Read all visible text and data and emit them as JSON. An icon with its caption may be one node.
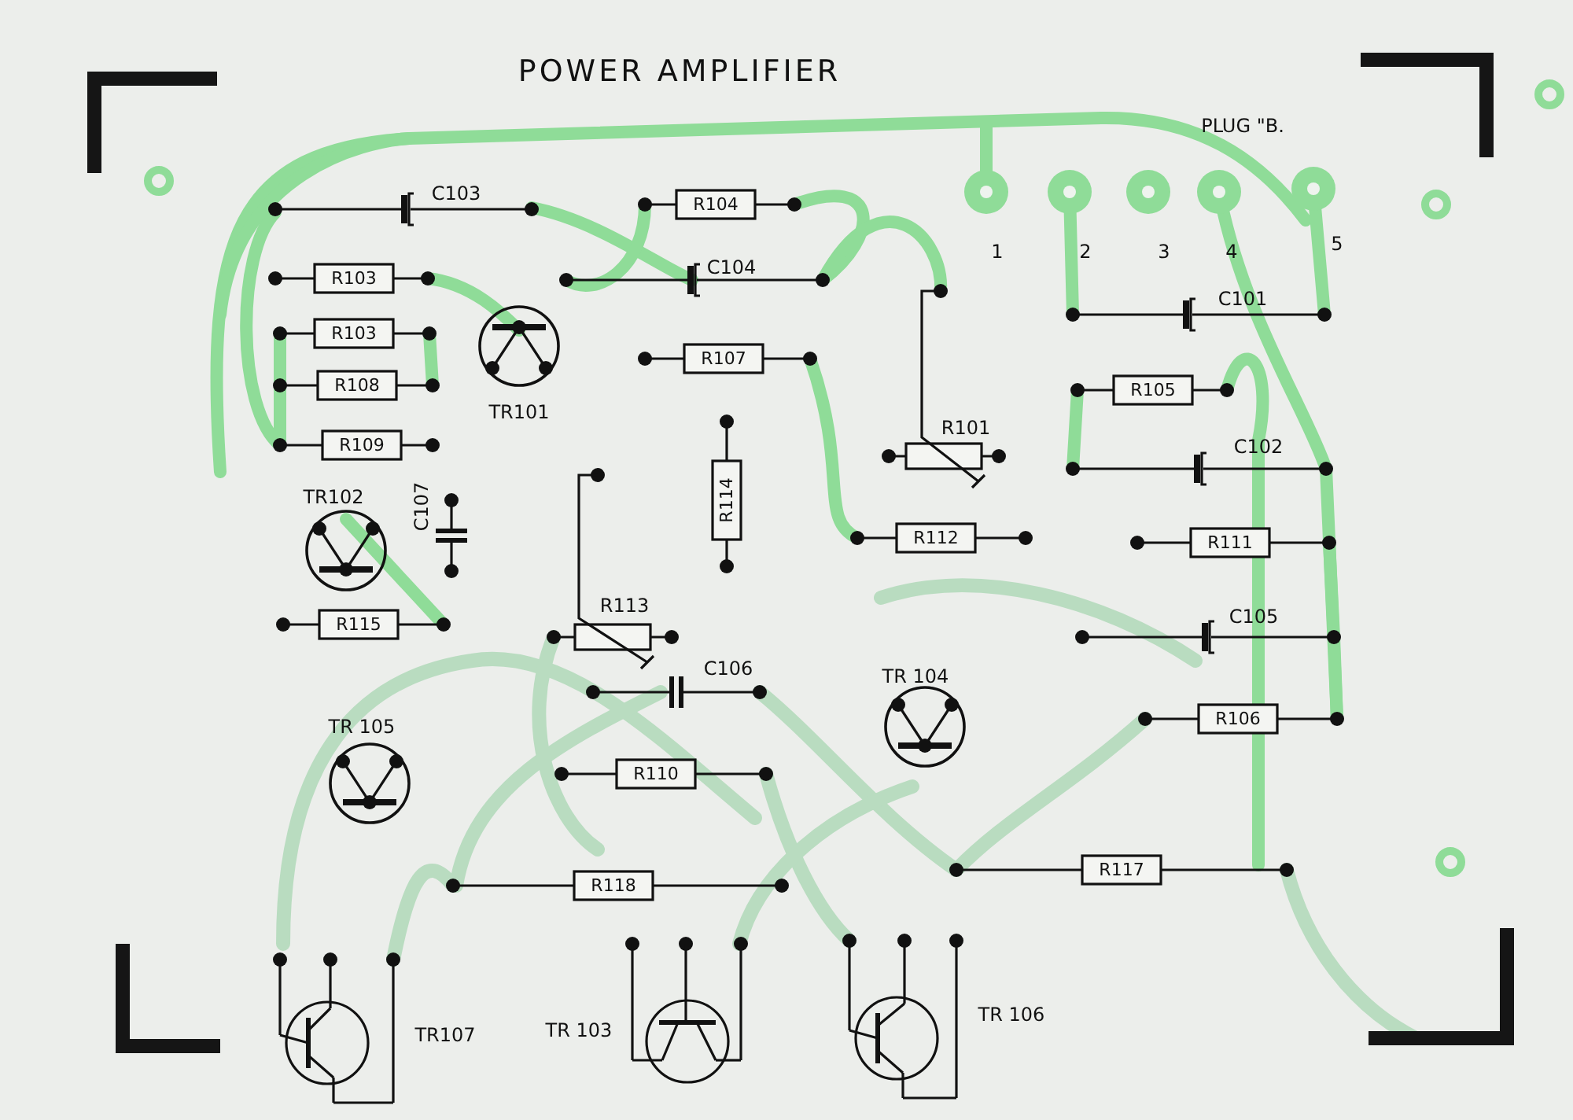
{
  "diagram": {
    "title": "POWER AMPLIFIER",
    "labels": [
      "PLUG \"B.",
      "C103",
      "R104",
      "1",
      "2",
      "3",
      "4",
      "5",
      "R103",
      "C104",
      "C101",
      "R103",
      "TR101",
      "R108",
      "R107",
      "R105",
      "R109",
      "R101",
      "R114",
      "C102",
      "TR102",
      "C107",
      "R112",
      "R111",
      "R113",
      "R115",
      "C105",
      "C106",
      "TR 104",
      "TR 105",
      "R106",
      "R110",
      "R117",
      "R118",
      "TR107",
      "TR 103",
      "TR 106"
    ]
  }
}
